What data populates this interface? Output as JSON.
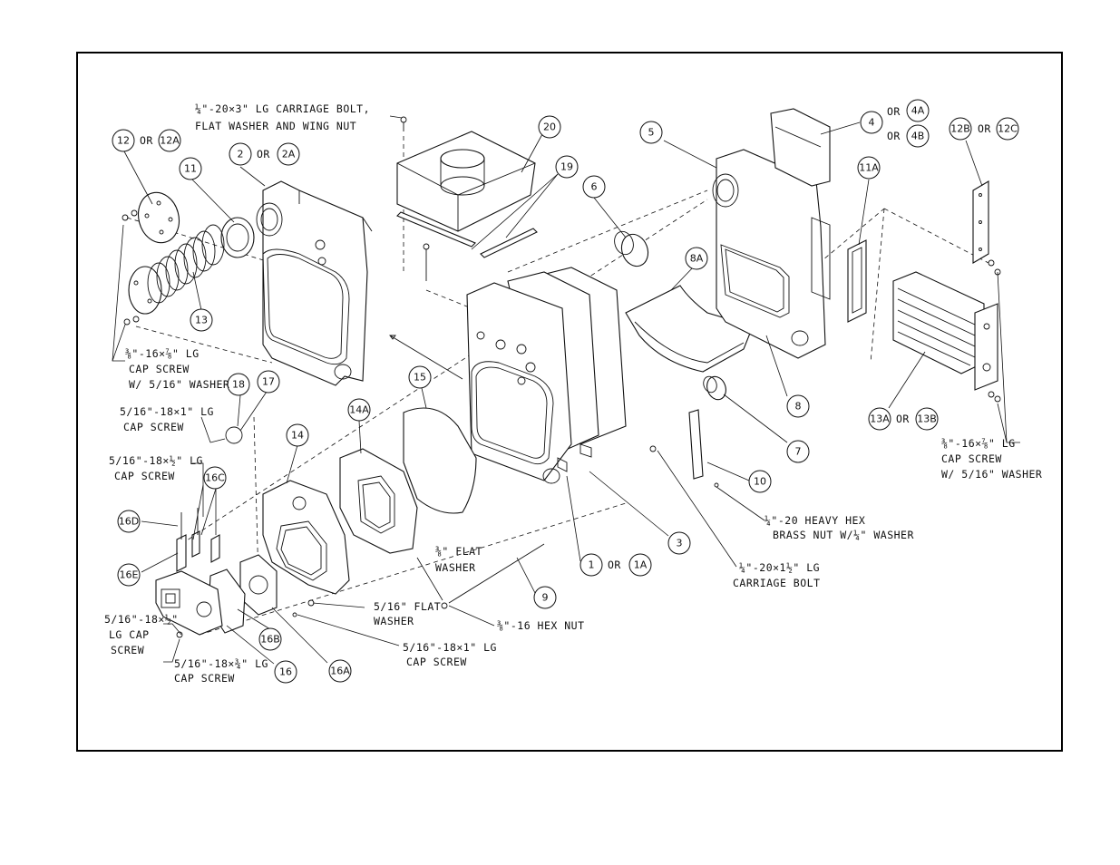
{
  "callouts": [
    "12",
    "OR",
    "12A",
    "11",
    "2",
    "OR",
    "2A",
    "13",
    "20",
    "19",
    "6",
    "5",
    "4",
    "OR",
    "4A",
    "OR",
    "4B",
    "11A",
    "12B",
    "OR",
    "12C",
    "8A",
    "8",
    "7",
    "13A",
    "OR",
    "13B",
    "18",
    "17",
    "15",
    "14A",
    "14",
    "16C",
    "16D",
    "16E",
    "16B",
    "16A",
    "16",
    "10",
    "3",
    "1",
    "OR",
    "1A",
    "9"
  ],
  "notes": {
    "carriage_bolt_1": "¼\"-20×3\" LG CARRIAGE BOLT,",
    "carriage_bolt_2": "FLAT WASHER AND WING NUT",
    "cap_screw_a_1": "⅜\"-16×⅞\" LG",
    "cap_screw_a_2": "CAP SCREW",
    "cap_screw_a_3": "W/ 5/16\" WASHER",
    "cap_screw_b_1": "5/16\"-18×1\" LG",
    "cap_screw_b_2": "CAP SCREW",
    "cap_screw_c_1": "5/16\"-18×½\" LG",
    "cap_screw_c_2": "CAP SCREW",
    "lg_cap_screw_1": "5/16\"-18×½\"",
    "lg_cap_screw_2": "LG CAP",
    "lg_cap_screw_3": "SCREW",
    "cap_screw_d_1": "5/16\"-18×¾\" LG",
    "cap_screw_d_2": "CAP SCREW",
    "flat_washer_a_1": "5/16\" FLAT",
    "flat_washer_a_2": "WASHER",
    "cap_screw_e_1": "5/16\"-18×1\" LG",
    "cap_screw_e_2": "CAP SCREW",
    "flat_washer_b_1": "⅜\" FLAT",
    "flat_washer_b_2": "WASHER",
    "hex_nut": "⅜\"-16 HEX NUT",
    "heavy_nut_1": "¼\"-20 HEAVY HEX",
    "heavy_nut_2": "BRASS NUT W/¼\" WASHER",
    "carriage_bolt_b_1": "¼\"-20×1½\" LG",
    "carriage_bolt_b_2": "CARRIAGE BOLT",
    "cap_screw_f_1": "⅜\"-16×⅞\" LG",
    "cap_screw_f_2": "CAP SCREW",
    "cap_screw_f_3": "W/ 5/16\" WASHER"
  }
}
